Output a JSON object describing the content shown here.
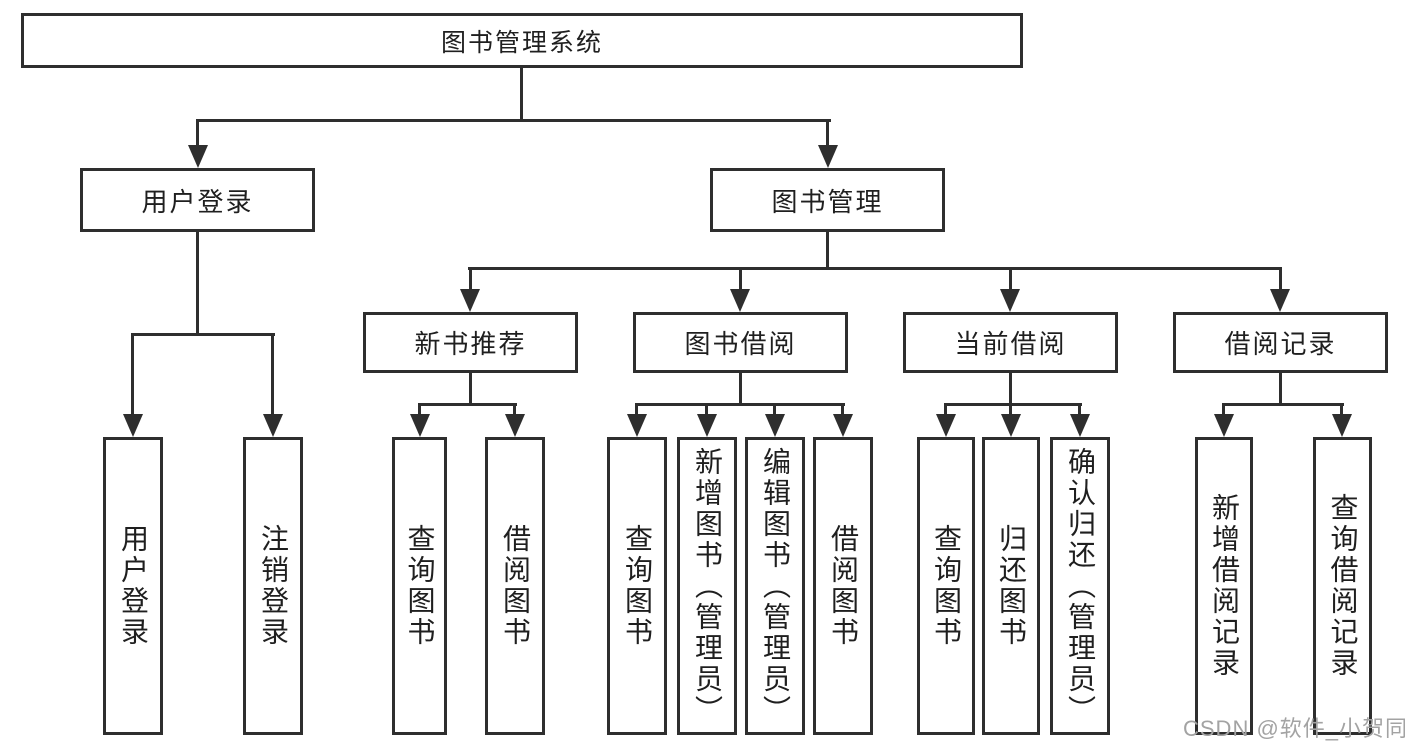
{
  "root": "图书管理系统",
  "branches": {
    "user": {
      "label": "用户登录",
      "children": [
        "用户登录",
        "注销登录"
      ]
    },
    "book": {
      "label": "图书管理"
    }
  },
  "sections": [
    {
      "label": "新书推荐",
      "children": [
        "查询图书",
        "借阅图书"
      ]
    },
    {
      "label": "图书借阅",
      "children": [
        "查询图书",
        "新增图书（管理员）",
        "编辑图书（管理员）",
        "借阅图书"
      ]
    },
    {
      "label": "当前借阅",
      "children": [
        "查询图书",
        "归还图书",
        "确认归还（管理员）"
      ]
    },
    {
      "label": "借阅记录",
      "children": [
        "新增借阅记录",
        "查询借阅记录"
      ]
    }
  ],
  "watermark": "CSDN @软件_小贺同学",
  "colors": {
    "line": "#2e2e2e",
    "text": "#1f1f1f",
    "watermark": "#a3a3a3",
    "background": "#ffffff"
  }
}
